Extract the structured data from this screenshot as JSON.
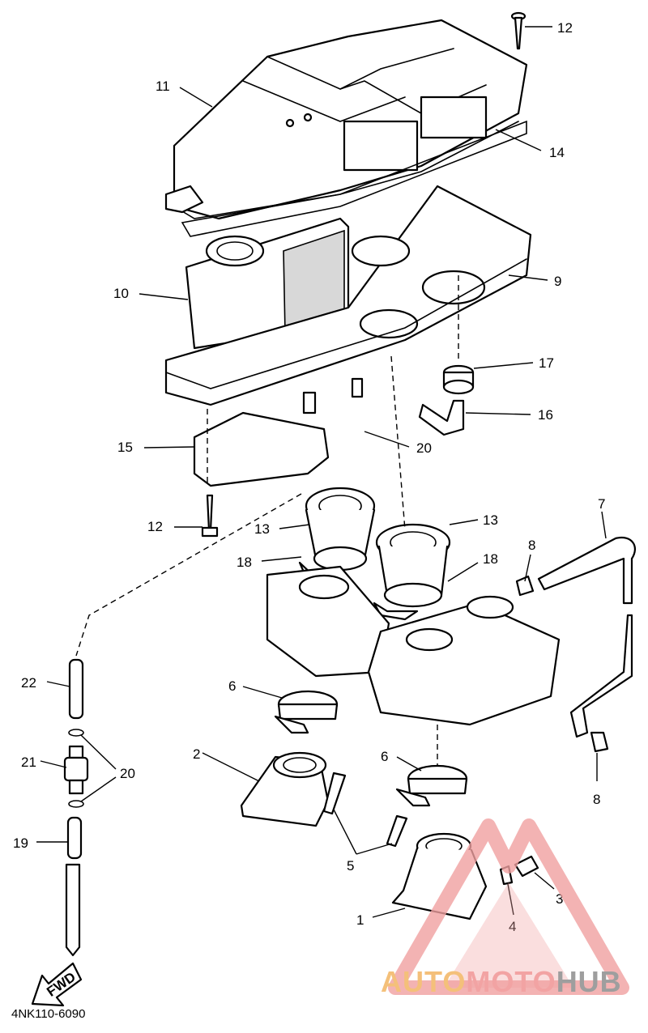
{
  "diagram": {
    "code": "4NK110-6090",
    "fwd_label": "FWD",
    "callouts": [
      {
        "id": "c12a",
        "text": "12"
      },
      {
        "id": "c11",
        "text": "11"
      },
      {
        "id": "c14",
        "text": "14"
      },
      {
        "id": "c9",
        "text": "9"
      },
      {
        "id": "c10",
        "text": "10"
      },
      {
        "id": "c17",
        "text": "17"
      },
      {
        "id": "c16",
        "text": "16"
      },
      {
        "id": "c15",
        "text": "15"
      },
      {
        "id": "c20a",
        "text": "20"
      },
      {
        "id": "c12b",
        "text": "12"
      },
      {
        "id": "c13a",
        "text": "13"
      },
      {
        "id": "c13b",
        "text": "13"
      },
      {
        "id": "c7",
        "text": "7"
      },
      {
        "id": "c8a",
        "text": "8"
      },
      {
        "id": "c18a",
        "text": "18"
      },
      {
        "id": "c18b",
        "text": "18"
      },
      {
        "id": "c22",
        "text": "22"
      },
      {
        "id": "c6a",
        "text": "6"
      },
      {
        "id": "c21",
        "text": "21"
      },
      {
        "id": "c20b",
        "text": "20"
      },
      {
        "id": "c2",
        "text": "2"
      },
      {
        "id": "c6b",
        "text": "6"
      },
      {
        "id": "c8b",
        "text": "8"
      },
      {
        "id": "c19",
        "text": "19"
      },
      {
        "id": "c5",
        "text": "5"
      },
      {
        "id": "c3",
        "text": "3"
      },
      {
        "id": "c4",
        "text": "4"
      },
      {
        "id": "c1",
        "text": "1"
      }
    ]
  },
  "watermark": {
    "brand_part1": "AUTO",
    "brand_part2": "MOTO",
    "brand_part3": "HUB",
    "colors": {
      "auto": "#f4c07a",
      "moto": "#f2a3a3",
      "hub": "#9e9e9e",
      "logo": "#f0a0a0"
    }
  }
}
